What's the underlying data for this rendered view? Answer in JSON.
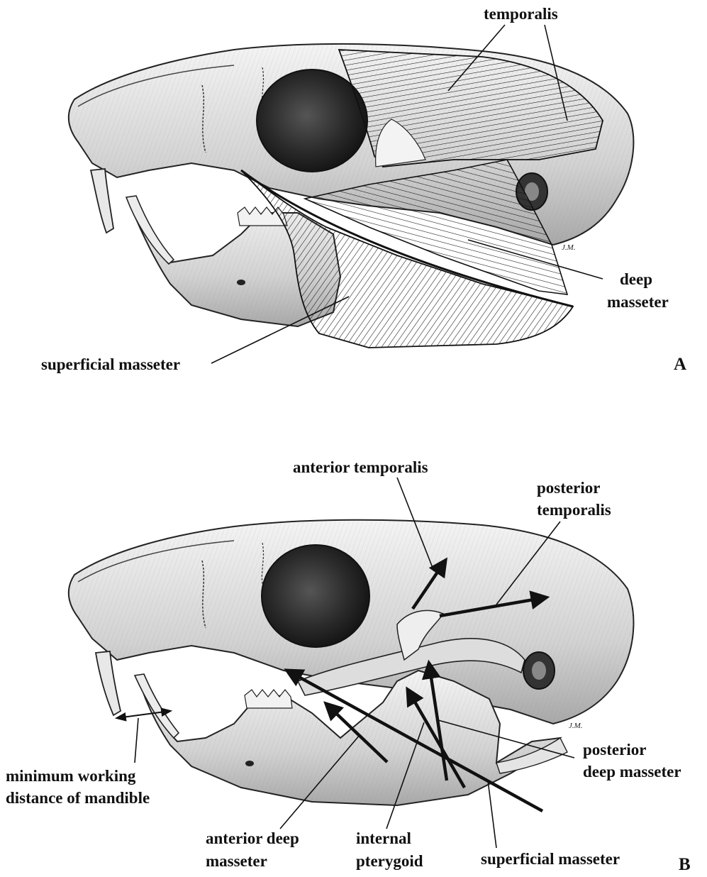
{
  "panel_a": {
    "tag": "A",
    "labels": {
      "temporalis": "temporalis",
      "deep_masseter_1": "deep",
      "deep_masseter_2": "masseter",
      "superficial_masseter": "superficial masseter"
    },
    "signature": "J.M."
  },
  "panel_b": {
    "tag": "B",
    "labels": {
      "anterior_temporalis": "anterior temporalis",
      "posterior_temporalis_1": "posterior",
      "posterior_temporalis_2": "temporalis",
      "posterior_deep_masseter_1": "posterior",
      "posterior_deep_masseter_2": "deep masseter",
      "minimum_working_1": "minimum working",
      "minimum_working_2": "distance of mandible",
      "anterior_deep_masseter_1": "anterior deep",
      "anterior_deep_masseter_2": "masseter",
      "internal_pterygoid_1": "internal",
      "internal_pterygoid_2": "pterygoid",
      "superficial_masseter": "superficial masseter"
    },
    "signature": "J.M."
  },
  "colors": {
    "ink": "#111111",
    "bone_light": "#e6e6e6",
    "bone_mid": "#b5b5b5",
    "bone_dark": "#2a2a2a",
    "background": "#ffffff"
  }
}
